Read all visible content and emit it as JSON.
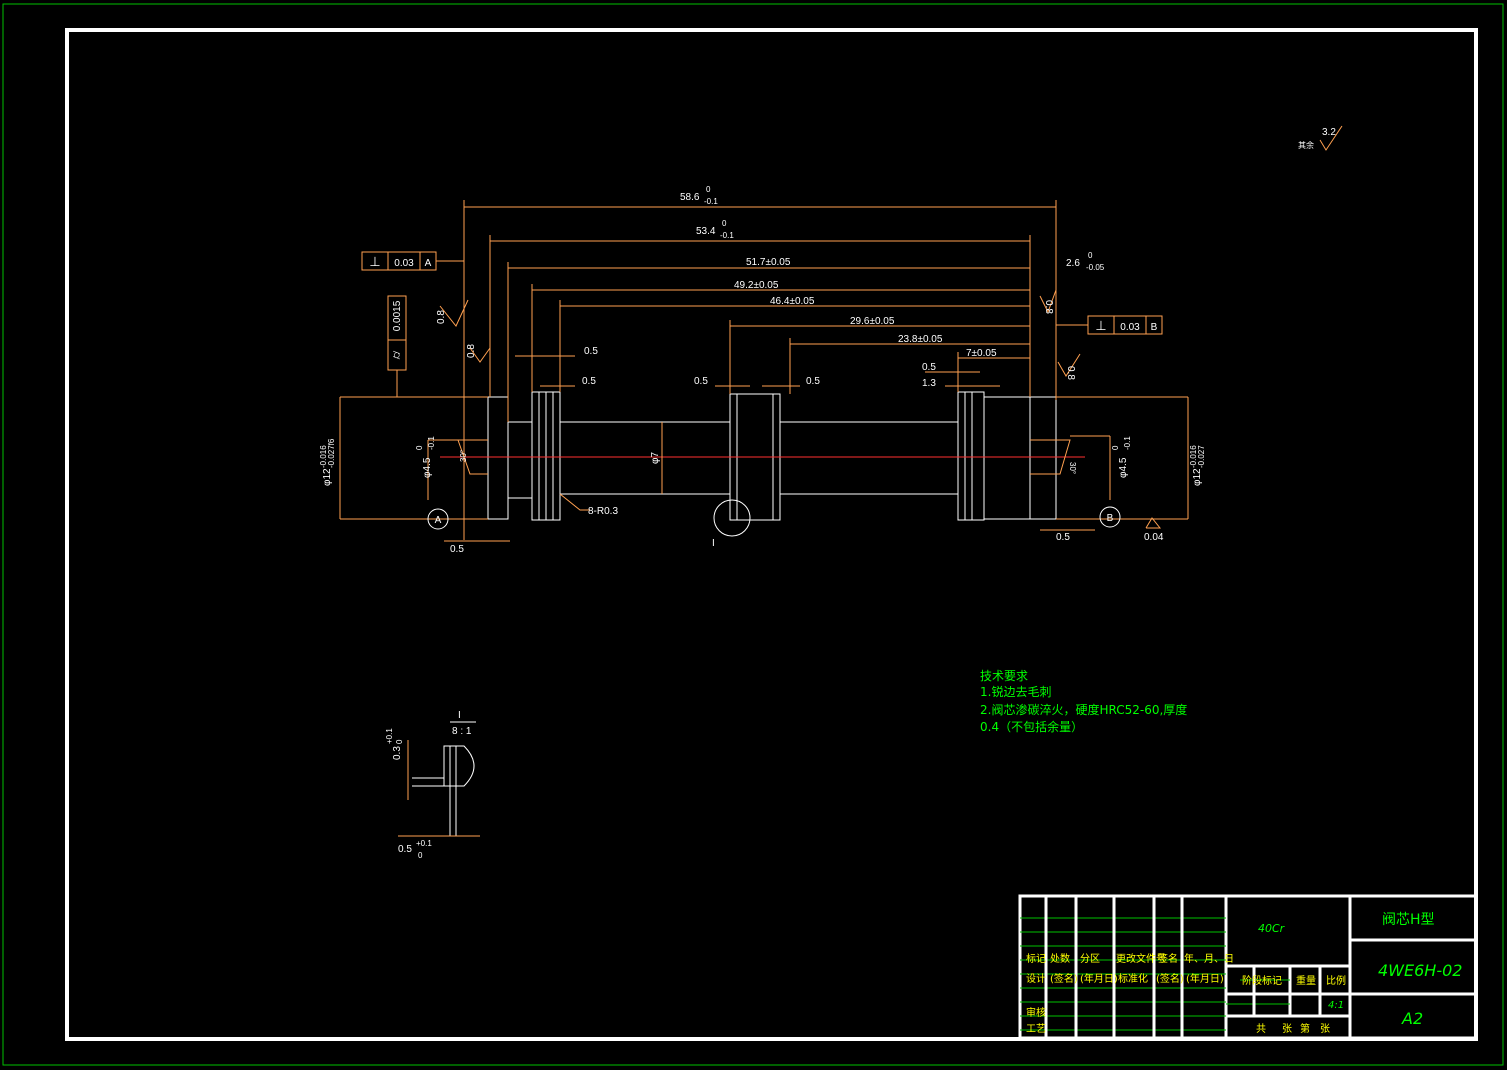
{
  "drawing": {
    "dimensions": {
      "overall": "58.6",
      "overall_tol_upper": "0",
      "overall_tol_lower": "-0.1",
      "d2": "53.4",
      "d2_tol_upper": "0",
      "d2_tol_lower": "-0.1",
      "d3": "51.7±0.05",
      "d4": "49.2±0.05",
      "d5": "46.4±0.05",
      "d6": "29.6±0.05",
      "d7": "23.8±0.05",
      "d8": "7±0.05",
      "d9": "2.6",
      "d9_tol_upper": "0",
      "d9_tol_lower": "-0.05",
      "groove_w1": "0.5",
      "groove_w2": "0.5",
      "groove_w3": "0.5",
      "groove_w4": "0.5",
      "groove_w5": "0.5",
      "groove_w6": "1.3",
      "end_left_w": "0.5",
      "end_right_w": "0.5",
      "dia_left": "φ12",
      "dia_left_tol": "-0.016",
      "dia_left_tol2": "-0.027f6",
      "dia_right": "φ12",
      "dia_right_tol": "-0.016",
      "dia_right_tol2": "-0.027",
      "center_hole_left": "φ4.5",
      "center_hole_right": "φ4.5",
      "center_hole_tol_upper": "0",
      "center_hole_tol_lower": "-0.1",
      "center_angle_left": "30°",
      "center_angle_right": "30°",
      "core_dia": "φ7",
      "radius_note": "8-R0.3",
      "detail_label": "I"
    },
    "tolerance_frames": {
      "perp_a": {
        "value": "0.03",
        "datum": "A"
      },
      "perp_b": {
        "value": "0.03",
        "datum": "B"
      },
      "cyl": {
        "value": "0.0015"
      }
    },
    "roughness": {
      "r1": "0.8",
      "r2": "0.8",
      "r3": "0.8",
      "r4": "0.8",
      "r5": "0.04",
      "general": "3.2",
      "general_label": "其余"
    },
    "datums": {
      "a": "A",
      "b": "B"
    },
    "detail_view": {
      "label": "I",
      "scale": "8 : 1",
      "dim_height": "0.3",
      "dim_height_tol_upper": "+0.1",
      "dim_height_tol_lower": "0",
      "dim_width": "0.5",
      "dim_width_tol_upper": "+0.1",
      "dim_width_tol_lower": "0"
    }
  },
  "tech_requirements": {
    "title": "技术要求",
    "line1": "1.锐边去毛刺",
    "line2": "2.阀芯渗碳淬火，硬度HRC52-60,厚度",
    "line3": "0.4（不包括余量）"
  },
  "title_block": {
    "material": "40Cr",
    "part_name": "阀芯H型",
    "drawing_no": "4WE6H-02",
    "sheet_size": "A2",
    "scale_value": "4:1",
    "labels": {
      "mark": "标记",
      "count": "处数",
      "zone": "分区",
      "change_doc": "更改文件号",
      "sign": "签名",
      "date": "年、月、日",
      "design": "设计",
      "sign_name1": "(签名)",
      "date1": "(年月日)",
      "standard": "标准化",
      "sign_name2": "(签名)",
      "date2": "(年月日)",
      "stage_mark": "阶段标记",
      "weight": "重量",
      "scale": "比例",
      "review": "审核",
      "process": "工艺",
      "total": "共",
      "sheets": "张",
      "nth": "第",
      "sheet": "张"
    }
  }
}
